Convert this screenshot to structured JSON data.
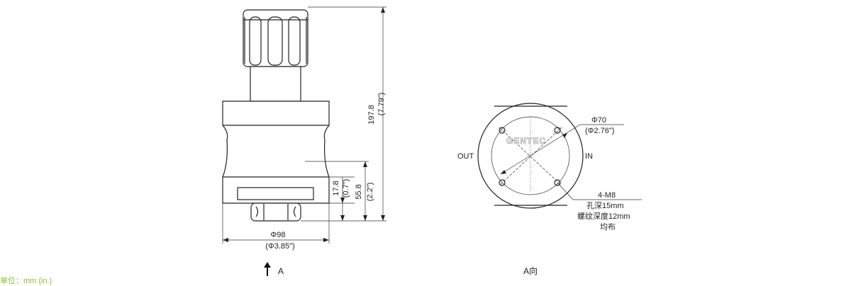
{
  "front_view": {
    "dim_height_mm": "197.8",
    "dim_height_in": "(7.79\")",
    "dim_port_height_mm": "55.8",
    "dim_port_height_in": "(2.2\")",
    "dim_base_mm": "17.8",
    "dim_base_in": "(0.7\")",
    "dim_diameter_mm": "Φ98",
    "dim_diameter_in": "(Φ3.85\")",
    "view_arrow_label": "A"
  },
  "bottom_view": {
    "title": "A向",
    "label_out": "OUT",
    "label_in": "IN",
    "dim_bolt_circle_mm": "Φ70",
    "dim_bolt_circle_in": "(Φ2.76\")",
    "thread_spec": "4-M8",
    "hole_depth": "孔深15mm",
    "thread_depth": "螺纹深度12mm",
    "distribution": "均布",
    "logo_text": "GENTEC"
  },
  "footer": {
    "units_label": "单位：mm (in.)"
  }
}
